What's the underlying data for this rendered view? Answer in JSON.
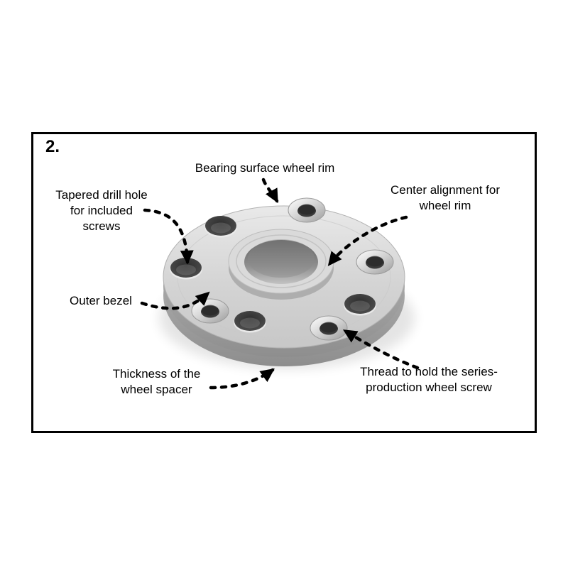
{
  "figure": {
    "step_number": "2.",
    "subject": "wheel-spacer-diagram"
  },
  "labels": {
    "bearing_surface": "Bearing surface wheel rim",
    "tapered_drill_hole": "Tapered drill hole\nfor included\nscrews",
    "center_alignment": "Center alignment for\nwheel rim",
    "outer_bezel": "Outer bezel",
    "thickness": "Thickness of the\nwheel spacer",
    "thread": "Thread to hold the series-\nproduction wheel screw"
  },
  "colors": {
    "frame_border": "#000000",
    "text": "#000000",
    "arrow": "#000000",
    "disc_top": "#d6d6d6",
    "disc_side": "#a0a0a0",
    "hole_dark": "#424242",
    "metal_bright": "#e9e9e9",
    "background": "#ffffff"
  }
}
